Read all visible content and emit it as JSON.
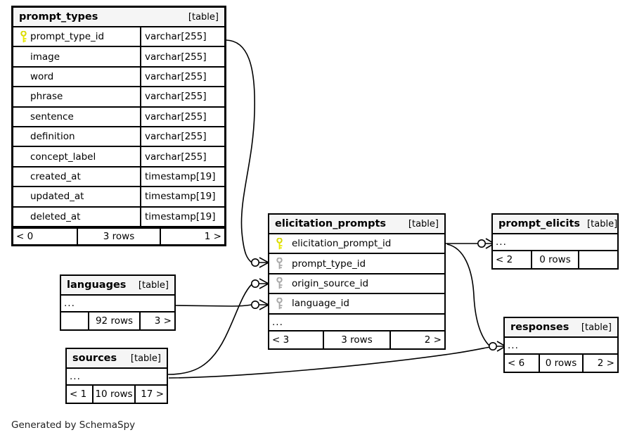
{
  "diagram": {
    "credit": "Generated by SchemaSpy",
    "table_tag": "[table]",
    "ellipsis": "...",
    "colors": {
      "background": "#ffffff",
      "header_fill": "#f5f5f5",
      "border": "#000000",
      "pk_key": "#e8e800",
      "fk_key": "#a8a8a8",
      "edge": "#000000"
    }
  },
  "tables": {
    "prompt_types": {
      "name": "prompt_types",
      "tag": "[table]",
      "columns": [
        {
          "key": "pk",
          "name": "prompt_type_id",
          "type": "varchar[255]"
        },
        {
          "key": "none",
          "name": "image",
          "type": "varchar[255]"
        },
        {
          "key": "none",
          "name": "word",
          "type": "varchar[255]"
        },
        {
          "key": "none",
          "name": "phrase",
          "type": "varchar[255]"
        },
        {
          "key": "none",
          "name": "sentence",
          "type": "varchar[255]"
        },
        {
          "key": "none",
          "name": "definition",
          "type": "varchar[255]"
        },
        {
          "key": "none",
          "name": "concept_label",
          "type": "varchar[255]"
        },
        {
          "key": "none",
          "name": "created_at",
          "type": "timestamp[19]"
        },
        {
          "key": "none",
          "name": "updated_at",
          "type": "timestamp[19]"
        },
        {
          "key": "none",
          "name": "deleted_at",
          "type": "timestamp[19]"
        }
      ],
      "footer": {
        "left": "< 0",
        "middle": "3 rows",
        "right": "1 >"
      }
    },
    "elicitation_prompts": {
      "name": "elicitation_prompts",
      "tag": "[table]",
      "columns": [
        {
          "key": "pk",
          "name": "elicitation_prompt_id"
        },
        {
          "key": "fk",
          "name": "prompt_type_id"
        },
        {
          "key": "fk",
          "name": "origin_source_id"
        },
        {
          "key": "fk",
          "name": "language_id"
        }
      ],
      "more": "...",
      "footer": {
        "left": "< 3",
        "middle": "3 rows",
        "right": "2 >"
      }
    },
    "prompt_elicits": {
      "name": "prompt_elicits",
      "tag": "[table]",
      "more": "...",
      "footer": {
        "left": "< 2",
        "middle": "0 rows",
        "right": ""
      }
    },
    "responses": {
      "name": "responses",
      "tag": "[table]",
      "more": "...",
      "footer": {
        "left": "< 6",
        "middle": "0 rows",
        "right": "2 >"
      }
    },
    "languages": {
      "name": "languages",
      "tag": "[table]",
      "more": "...",
      "footer": {
        "left": "",
        "middle": "92 rows",
        "right": "3 >"
      }
    },
    "sources": {
      "name": "sources",
      "tag": "[table]",
      "more": "...",
      "footer": {
        "left": "< 1",
        "middle": "10 rows",
        "right": "17 >"
      }
    }
  },
  "relationships": [
    {
      "from": "prompt_types.prompt_type_id",
      "to": "elicitation_prompts.prompt_type_id"
    },
    {
      "from": "sources",
      "to": "elicitation_prompts.origin_source_id"
    },
    {
      "from": "languages",
      "to": "elicitation_prompts.language_id"
    },
    {
      "from": "elicitation_prompts.elicitation_prompt_id",
      "to": "prompt_elicits"
    },
    {
      "from": "elicitation_prompts.elicitation_prompt_id",
      "to": "responses"
    },
    {
      "from": "sources",
      "to": "responses"
    }
  ]
}
